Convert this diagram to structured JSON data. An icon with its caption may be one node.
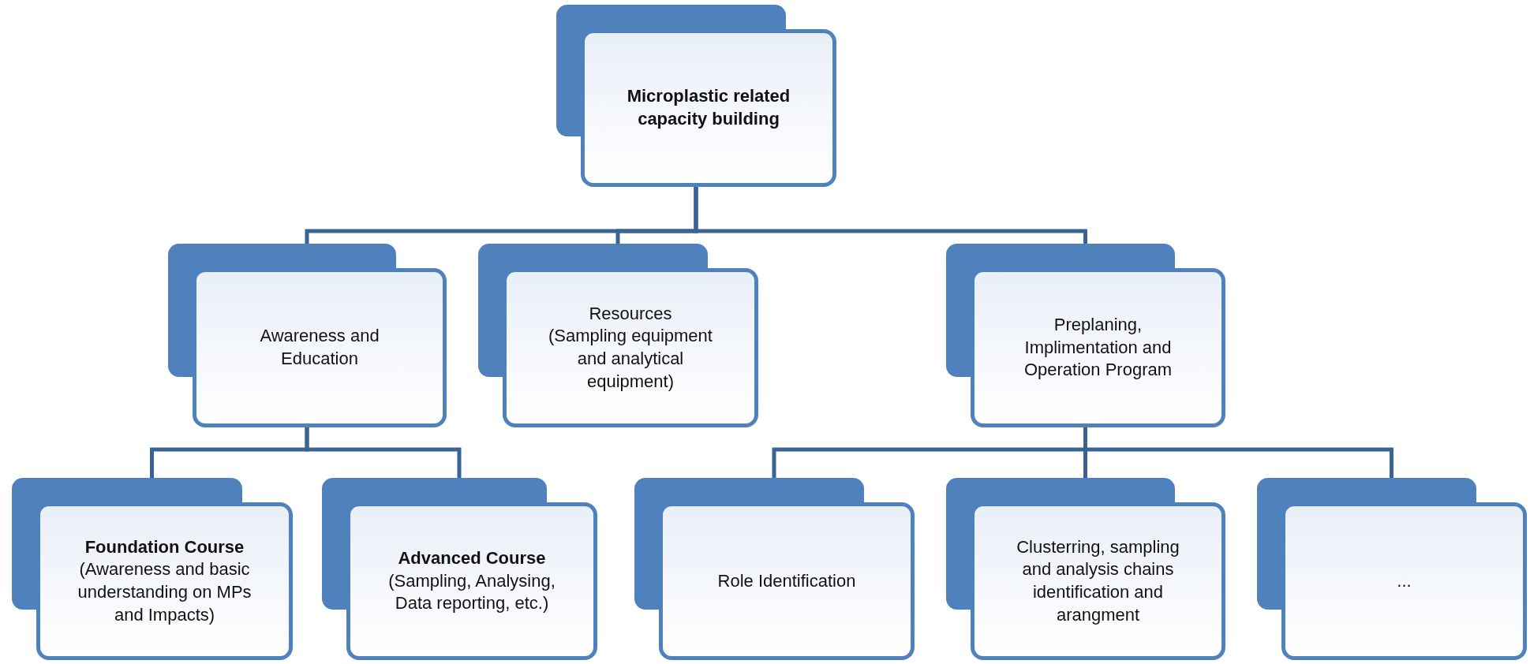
{
  "diagram": {
    "nodes": [
      {
        "text": [
          "Microplastic related capacity building"
        ]
      },
      {
        "text": [
          "Awareness and Education"
        ]
      },
      {
        "text": [
          "Resources",
          "(Sampling equipment and analytical equipment)"
        ]
      },
      {
        "text": [
          "Preplaning, Implimentation and Operation Program"
        ]
      },
      {
        "text": [
          "Foundation Course",
          "(Awareness and basic understanding on MPs and Impacts)"
        ]
      },
      {
        "text": [
          "Advanced Course",
          "(Sampling, Analysing, Data reporting, etc.)"
        ]
      },
      {
        "text": [
          "Role Identification"
        ]
      },
      {
        "text": [
          "Clusterring, sampling and analysis chains identification and arangment"
        ]
      },
      {
        "text": [
          "..."
        ]
      }
    ],
    "edges": [
      {
        "from": 0,
        "to": 1,
        "arrow": "none"
      },
      {
        "from": 0,
        "to": 2,
        "arrow": "none"
      },
      {
        "from": 0,
        "to": 3,
        "arrow": "none"
      },
      {
        "from": 1,
        "to": 4,
        "arrow": "none"
      },
      {
        "from": 1,
        "to": 5,
        "arrow": "none"
      },
      {
        "from": 3,
        "to": 6,
        "arrow": "none"
      },
      {
        "from": 3,
        "to": 7,
        "arrow": "none"
      },
      {
        "from": 3,
        "to": 8,
        "arrow": "none"
      }
    ]
  }
}
